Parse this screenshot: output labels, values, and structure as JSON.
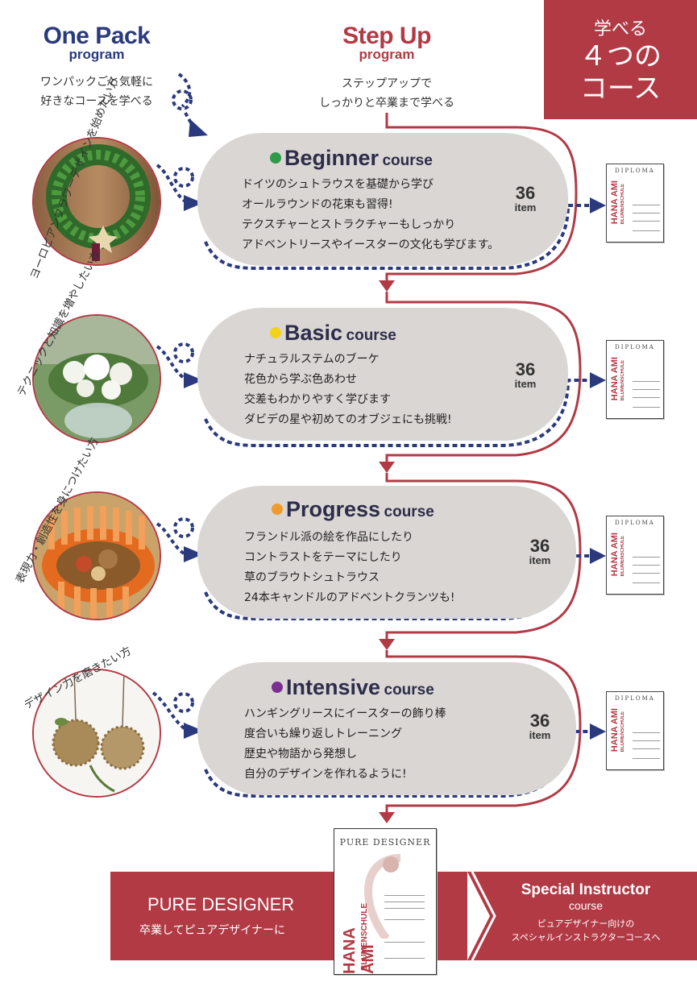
{
  "header": {
    "one_pack_title": "One Pack",
    "one_pack_sub": "program",
    "one_pack_desc_1": "ワンパックごと気軽に",
    "one_pack_desc_2": "好きなコースを学べる",
    "step_up_title": "Step Up",
    "step_up_sub": "program",
    "step_up_desc_1": "ステップアップで",
    "step_up_desc_2": "しっかりと卒業まで学べる",
    "corner_line_1": "学べる",
    "corner_line_2": "４つの",
    "corner_line_3": "コース"
  },
  "courses": [
    {
      "name": "Beginner",
      "suffix": "course",
      "dot_color": "#2e9a4a",
      "target": "ヨーロピアンフラワーデザインを始めたい方",
      "lines": [
        "ドイツのシュトラウスを基礎から学び",
        "オールラウンドの花束も習得!",
        "テクスチャーとストラクチャーもしっかり",
        "アドベントリースやイースターの文化も学びます。"
      ],
      "count": "36",
      "unit": "item"
    },
    {
      "name": "Basic",
      "suffix": "course",
      "dot_color": "#f2d21b",
      "target": "テクニックと知識を増やしたい方",
      "lines": [
        "ナチュラルステムのブーケ",
        "花色から学ぶ色あわせ",
        "交差もわかりやすく学びます",
        "ダビデの星や初めてのオブジェにも挑戦!"
      ],
      "count": "36",
      "unit": "item"
    },
    {
      "name": "Progress",
      "suffix": "course",
      "dot_color": "#ee9a2e",
      "target": "表現力・創造性を身につけたい方",
      "lines": [
        "フランドル派の絵を作品にしたり",
        "コントラストをテーマにしたり",
        "草のブラウトシュトラウス",
        "24本キャンドルのアドベントクランツも!"
      ],
      "count": "36",
      "unit": "item"
    },
    {
      "name": "Intensive",
      "suffix": "course",
      "dot_color": "#7b2f8f",
      "target": "デザイン力を磨きたい方",
      "lines": [
        "ハンギングリースにイースターの飾り棒",
        "度合いも繰り返しトレーニング",
        "歴史や物語から発想し",
        "自分のデザインを作れるように!"
      ],
      "count": "36",
      "unit": "item"
    }
  ],
  "diploma": {
    "small_head": "DIPLOMA",
    "brand_1": "HANA AMI",
    "brand_2": "BLUMENSCHULE"
  },
  "pure_designer": {
    "cert_head": "PURE DESIGNER",
    "title": "PURE DESIGNER",
    "sub": "卒業してピュアデザイナーに"
  },
  "special": {
    "title": "Special Instructor",
    "sub": "course",
    "desc_1": "ピュアデザイナー向けの",
    "desc_2": "スペシャルインストラクターコースへ"
  },
  "colors": {
    "navy": "#2b3a7c",
    "red": "#b23a45",
    "pill": "#d9d6d4"
  }
}
